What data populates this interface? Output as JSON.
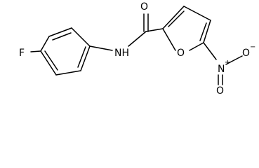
{
  "molecule": {
    "atoms": {
      "F": "F",
      "NH": "NH",
      "O_carbonyl": "O",
      "O_ring": "O",
      "N_nitro": "N",
      "N_nitro_charge": "+",
      "O_nitro_top": "O",
      "O_nitro_top_charge": "−",
      "O_nitro_bottom": "O"
    }
  }
}
